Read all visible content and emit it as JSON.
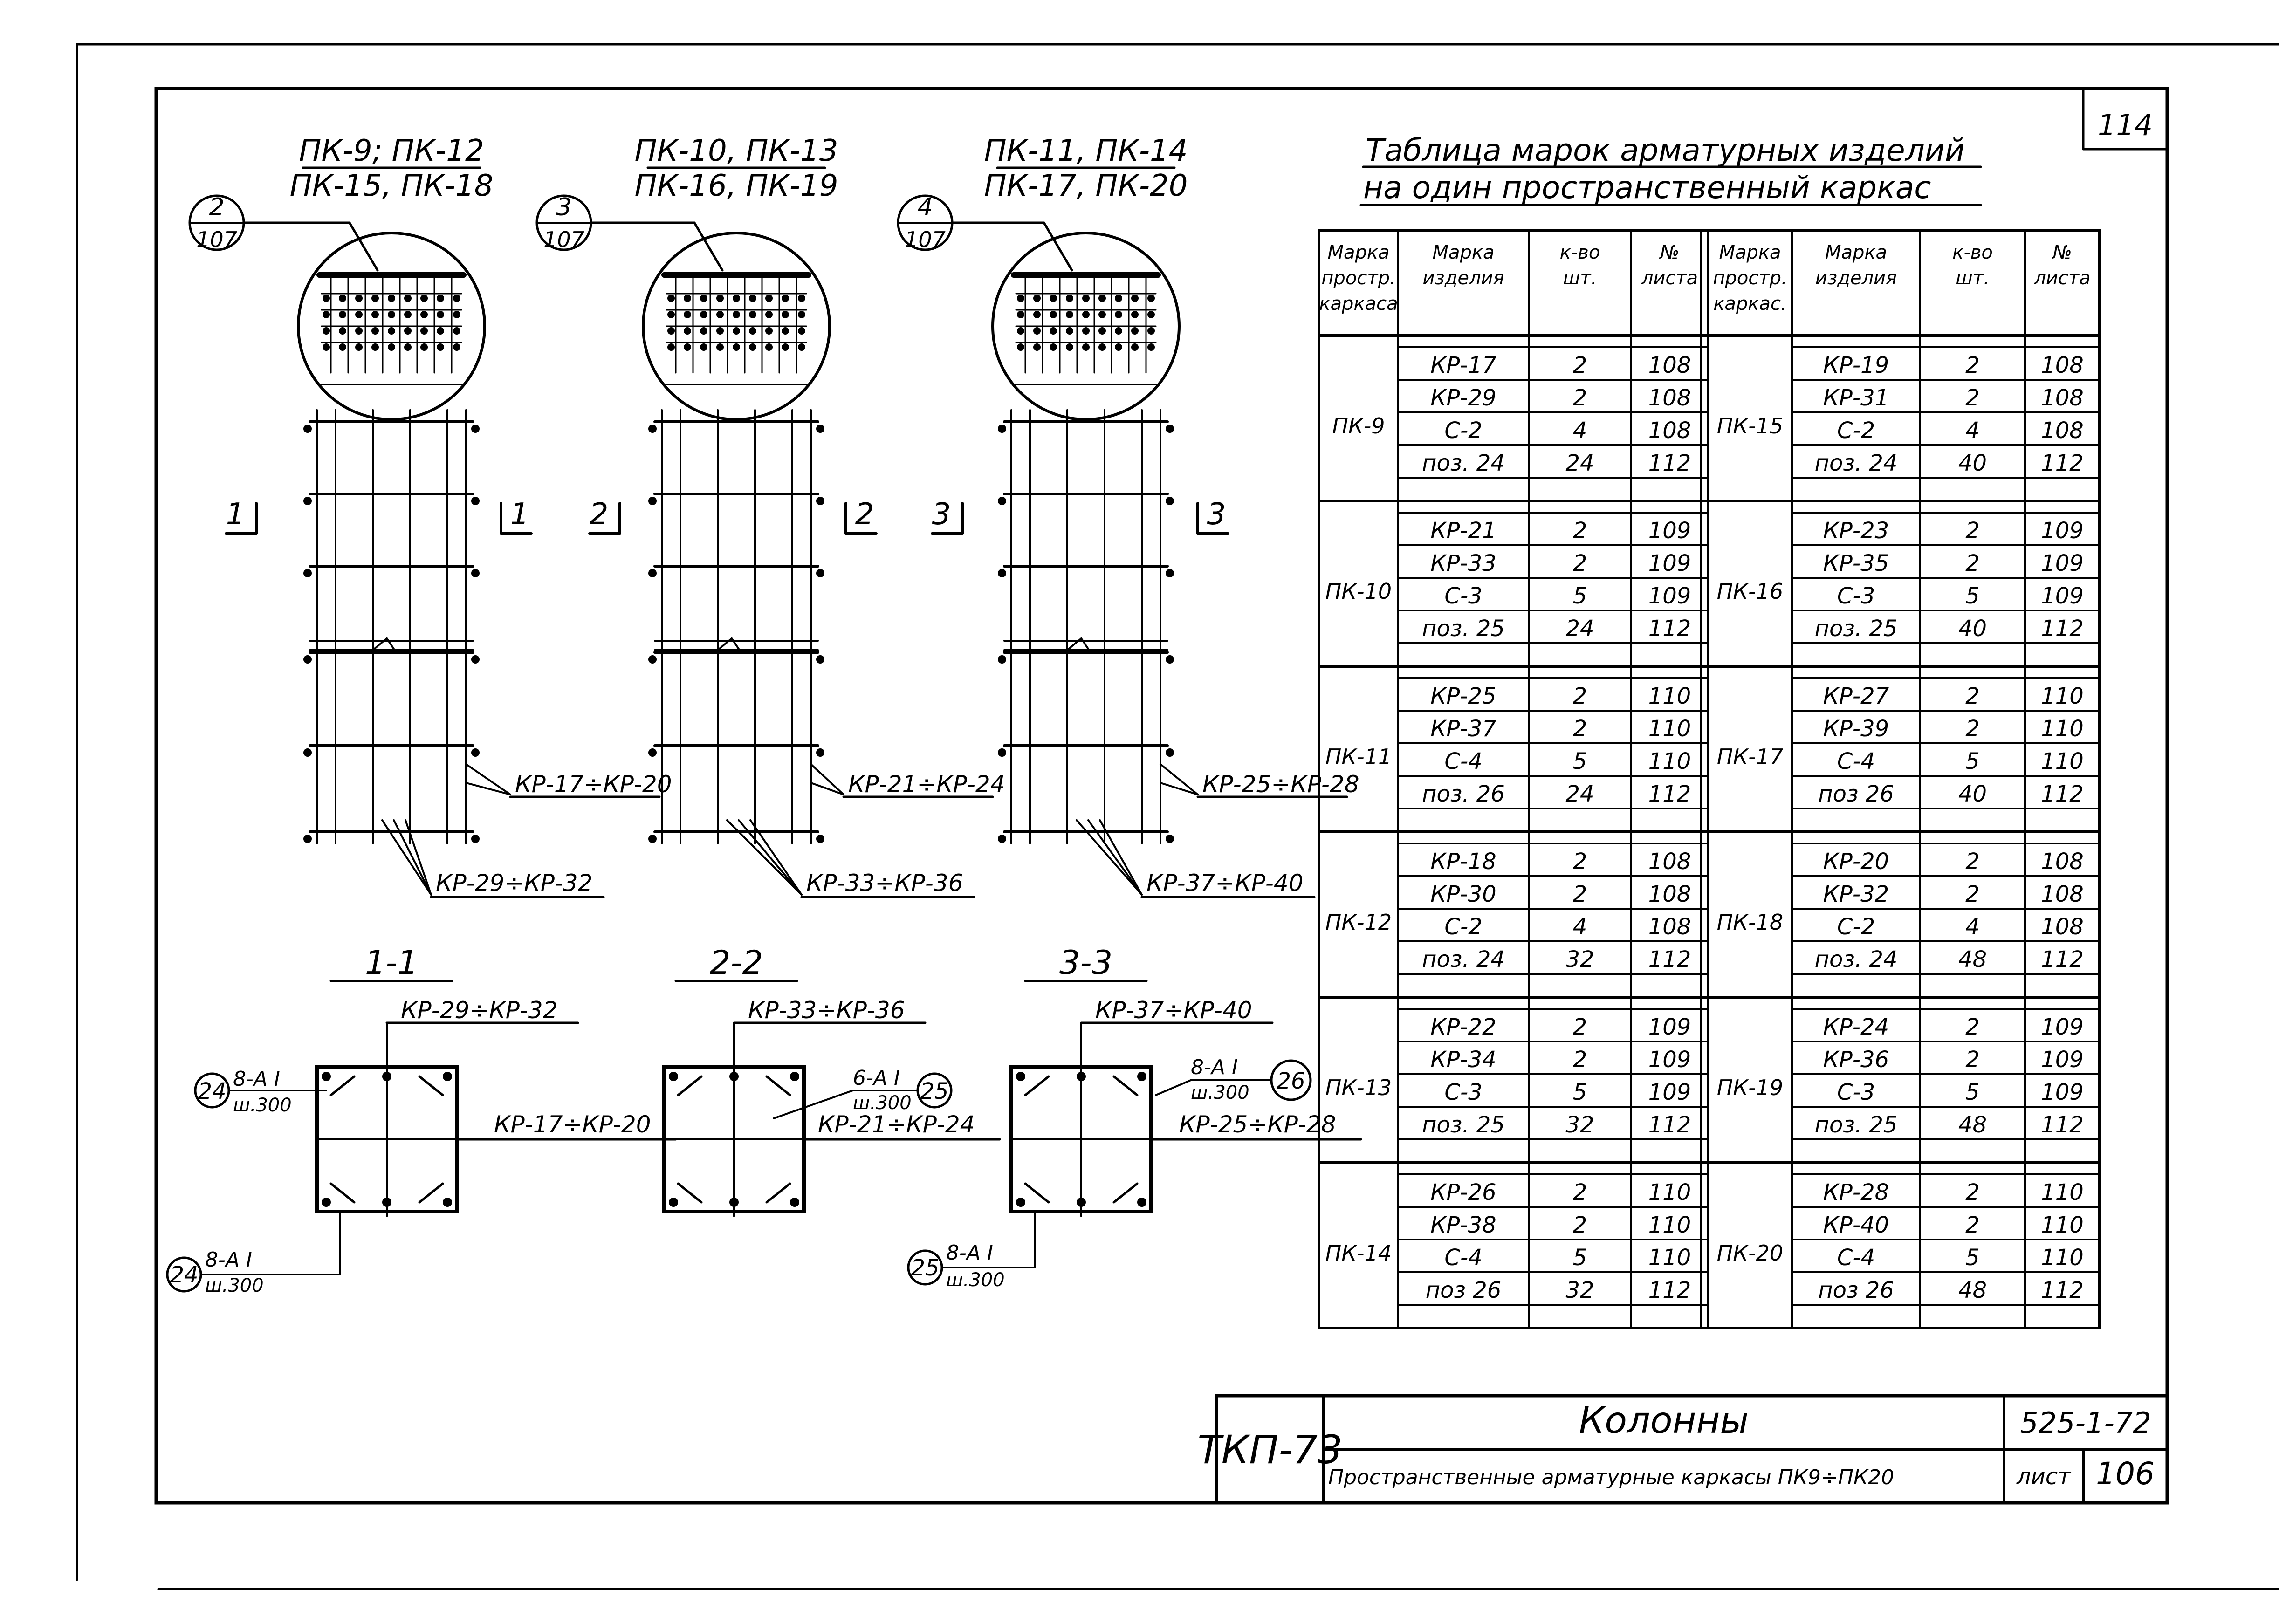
{
  "sheet_corner_number": "114",
  "table": {
    "title_line1": "Таблица марок арматурных изделий",
    "title_line2": "на один пространственный каркас",
    "headers": [
      [
        "Марка",
        "простр.",
        "каркаса"
      ],
      [
        "Марка",
        "изделия"
      ],
      [
        "к-во",
        "шт."
      ],
      [
        "№",
        "листа"
      ],
      [
        "Марка",
        "простр.",
        "каркас."
      ],
      [
        "Марка",
        "изделия"
      ],
      [
        "к-во",
        "шт."
      ],
      [
        "№",
        "листа"
      ]
    ],
    "groups": [
      {
        "left": {
          "mark": "ПК-9",
          "rows": [
            [
              "КР-17",
              "2",
              "108"
            ],
            [
              "КР-29",
              "2",
              "108"
            ],
            [
              "С-2",
              "4",
              "108"
            ],
            [
              "поз. 24",
              "24",
              "112"
            ]
          ]
        },
        "right": {
          "mark": "ПК-15",
          "rows": [
            [
              "КР-19",
              "2",
              "108"
            ],
            [
              "КР-31",
              "2",
              "108"
            ],
            [
              "С-2",
              "4",
              "108"
            ],
            [
              "поз. 24",
              "40",
              "112"
            ]
          ]
        }
      },
      {
        "left": {
          "mark": "ПК-10",
          "rows": [
            [
              "КР-21",
              "2",
              "109"
            ],
            [
              "КР-33",
              "2",
              "109"
            ],
            [
              "С-3",
              "5",
              "109"
            ],
            [
              "поз. 25",
              "24",
              "112"
            ]
          ]
        },
        "right": {
          "mark": "ПК-16",
          "rows": [
            [
              "КР-23",
              "2",
              "109"
            ],
            [
              "КР-35",
              "2",
              "109"
            ],
            [
              "С-3",
              "5",
              "109"
            ],
            [
              "поз. 25",
              "40",
              "112"
            ]
          ]
        }
      },
      {
        "left": {
          "mark": "ПК-11",
          "rows": [
            [
              "КР-25",
              "2",
              "110"
            ],
            [
              "КР-37",
              "2",
              "110"
            ],
            [
              "С-4",
              "5",
              "110"
            ],
            [
              "поз. 26",
              "24",
              "112"
            ]
          ]
        },
        "right": {
          "mark": "ПК-17",
          "rows": [
            [
              "КР-27",
              "2",
              "110"
            ],
            [
              "КР-39",
              "2",
              "110"
            ],
            [
              "С-4",
              "5",
              "110"
            ],
            [
              "поз 26",
              "40",
              "112"
            ]
          ]
        }
      },
      {
        "left": {
          "mark": "ПК-12",
          "rows": [
            [
              "КР-18",
              "2",
              "108"
            ],
            [
              "КР-30",
              "2",
              "108"
            ],
            [
              "С-2",
              "4",
              "108"
            ],
            [
              "поз. 24",
              "32",
              "112"
            ]
          ]
        },
        "right": {
          "mark": "ПК-18",
          "rows": [
            [
              "КР-20",
              "2",
              "108"
            ],
            [
              "КР-32",
              "2",
              "108"
            ],
            [
              "С-2",
              "4",
              "108"
            ],
            [
              "поз. 24",
              "48",
              "112"
            ]
          ]
        }
      },
      {
        "left": {
          "mark": "ПК-13",
          "rows": [
            [
              "КР-22",
              "2",
              "109"
            ],
            [
              "КР-34",
              "2",
              "109"
            ],
            [
              "С-3",
              "5",
              "109"
            ],
            [
              "поз. 25",
              "32",
              "112"
            ]
          ]
        },
        "right": {
          "mark": "ПК-19",
          "rows": [
            [
              "КР-24",
              "2",
              "109"
            ],
            [
              "КР-36",
              "2",
              "109"
            ],
            [
              "С-3",
              "5",
              "109"
            ],
            [
              "поз. 25",
              "48",
              "112"
            ]
          ]
        }
      },
      {
        "left": {
          "mark": "ПК-14",
          "rows": [
            [
              "КР-26",
              "2",
              "110"
            ],
            [
              "КР-38",
              "2",
              "110"
            ],
            [
              "С-4",
              "5",
              "110"
            ],
            [
              "поз 26",
              "32",
              "112"
            ]
          ]
        },
        "right": {
          "mark": "ПК-20",
          "rows": [
            [
              "КР-28",
              "2",
              "110"
            ],
            [
              "КР-40",
              "2",
              "110"
            ],
            [
              "С-4",
              "5",
              "110"
            ],
            [
              "поз 26",
              "48",
              "112"
            ]
          ]
        }
      }
    ]
  },
  "columns": [
    {
      "title_line1": "ПК-9; ПК-12",
      "title_line2": "ПК-15, ПК-18",
      "detail_num": "2",
      "detail_sheet": "107",
      "cut_mark": "1",
      "label_side": "КР-17÷КР-20",
      "label_bottom": "КР-29÷КР-32"
    },
    {
      "title_line1": "ПК-10, ПК-13",
      "title_line2": "ПК-16, ПК-19",
      "detail_num": "3",
      "detail_sheet": "107",
      "cut_mark": "2",
      "label_side": "КР-21÷КР-24",
      "label_bottom": "КР-33÷КР-36"
    },
    {
      "title_line1": "ПК-11, ПК-14",
      "title_line2": "ПК-17, ПК-20",
      "detail_num": "4",
      "detail_sheet": "107",
      "cut_mark": "3",
      "label_side": "КР-25÷КР-28",
      "label_bottom": "КР-37÷КР-40"
    }
  ],
  "sections": [
    {
      "title": "1-1",
      "label_top": "КР-29÷КР-32",
      "label_right": "КР-17÷КР-20",
      "pos_top_num": "24",
      "pos_top_spec": "8-А I",
      "pos_top_step": "ш.300",
      "pos_bottom_num": "24",
      "pos_bottom_spec": "8-А I",
      "pos_bottom_step": "ш.300"
    },
    {
      "title": "2-2",
      "label_top": "КР-33÷КР-36",
      "label_right": "КР-21÷КР-24",
      "pos_num": "25",
      "pos_spec": "6-А I",
      "pos_step": "ш.300"
    },
    {
      "title": "3-3",
      "label_top": "КР-37÷КР-40",
      "label_right": "КР-25÷КР-28",
      "pos_top_num": "26",
      "pos_top_spec": "8-А I",
      "pos_top_step": "ш.300",
      "pos_bottom_num": "25",
      "pos_bottom_spec": "8-А I",
      "pos_bottom_step": "ш.300"
    }
  ],
  "title_block": {
    "code": "ТКП-73",
    "name": "Колонны",
    "series": "525-1-72",
    "subtitle": "Пространственные арматурные каркасы ПК9÷ПК20",
    "sheet_label": "лист",
    "sheet_number": "106"
  }
}
